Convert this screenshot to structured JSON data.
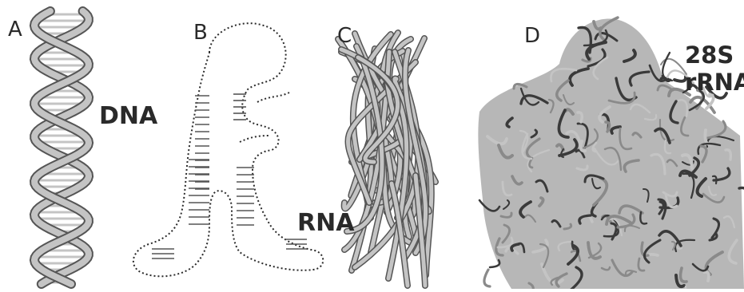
{
  "panels": [
    {
      "letter": "A",
      "label": "DNA"
    },
    {
      "letter": "B",
      "label": "RNA"
    },
    {
      "letter": "C",
      "label": ""
    },
    {
      "letter": "D",
      "label_line1": "28S",
      "label_line2": "rRNA"
    }
  ],
  "colors": {
    "ink": "#2a2a2a",
    "ribbon": "#8a8a8a",
    "ribbon_dark": "#555555",
    "ribbon_light": "#c4c4c4"
  }
}
